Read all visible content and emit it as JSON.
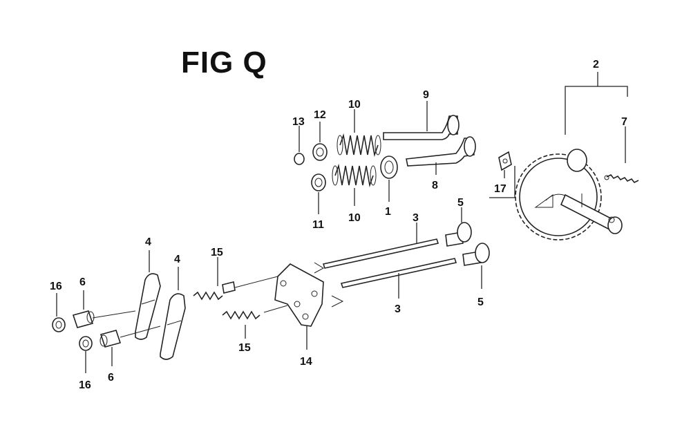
{
  "figure": {
    "title": "FIG Q"
  },
  "callouts": [
    {
      "id": "c2",
      "label": "2"
    },
    {
      "id": "c7",
      "label": "7"
    },
    {
      "id": "c9",
      "label": "9"
    },
    {
      "id": "c10a",
      "label": "10"
    },
    {
      "id": "c12",
      "label": "12"
    },
    {
      "id": "c13",
      "label": "13"
    },
    {
      "id": "c8",
      "label": "8"
    },
    {
      "id": "c17",
      "label": "17"
    },
    {
      "id": "c11",
      "label": "11"
    },
    {
      "id": "c10b",
      "label": "10"
    },
    {
      "id": "c1",
      "label": "1"
    },
    {
      "id": "c5a",
      "label": "5"
    },
    {
      "id": "c3a",
      "label": "3"
    },
    {
      "id": "c4a",
      "label": "4"
    },
    {
      "id": "c4b",
      "label": "4"
    },
    {
      "id": "c15a",
      "label": "15"
    },
    {
      "id": "c16a",
      "label": "16"
    },
    {
      "id": "c6a",
      "label": "6"
    },
    {
      "id": "c3b",
      "label": "3"
    },
    {
      "id": "c5b",
      "label": "5"
    },
    {
      "id": "c15b",
      "label": "15"
    },
    {
      "id": "c14",
      "label": "14"
    },
    {
      "id": "c16b",
      "label": "16"
    },
    {
      "id": "c6b",
      "label": "6"
    }
  ]
}
